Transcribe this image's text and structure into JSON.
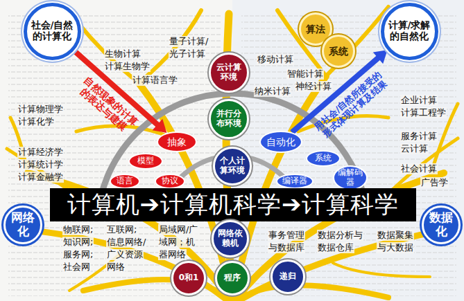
{
  "diagram": {
    "nodes": [
      {
        "text": [
          "社会/自然的计算化"
        ]
      },
      {
        "text": [
          "算法"
        ]
      },
      {
        "text": [
          "系统"
        ]
      },
      {
        "text": [
          "计算/求解的自然化"
        ]
      },
      {
        "text": [
          "云计算环境"
        ]
      },
      {
        "text": [
          "并行分布环境"
        ]
      },
      {
        "text": [
          "抽象"
        ]
      },
      {
        "text": [
          "自动化"
        ]
      },
      {
        "text": [
          "模型"
        ]
      },
      {
        "text": [
          "个人计算环境"
        ]
      },
      {
        "text": [
          "系统"
        ]
      },
      {
        "text": [
          "语言"
        ]
      },
      {
        "text": [
          "协议"
        ]
      },
      {
        "text": [
          "编译器"
        ]
      },
      {
        "text": [
          "编解码器"
        ]
      },
      {
        "text": [
          "计算机➔计算机科学➔计算科学"
        ]
      },
      {
        "text": [
          "网络化"
        ]
      },
      {
        "text": [
          "数据化"
        ]
      },
      {
        "text": [
          "网络依赖机"
        ]
      },
      {
        "text": [
          "0和1"
        ]
      },
      {
        "text": [
          "程序"
        ]
      },
      {
        "text": [
          "递归"
        ]
      }
    ],
    "edges": [
      {
        "from": 0,
        "to": 6,
        "arrow": "to",
        "label": "自然现象的计算的表达与建模"
      },
      {
        "from": 7,
        "to": 3,
        "arrow": "to",
        "label": "用社会/自然所接受的形式体现计算及结果"
      }
    ],
    "labels": [
      "生物计算",
      "计算生物学",
      "量子计算/",
      "光子计算",
      "计算语言学",
      "移动计算",
      "智能计算",
      "纳米计算",
      "神经计算",
      "计算物理学",
      "计算化学",
      "计算经济学",
      "计算统计学",
      "计算金融学",
      "企业计算",
      "计算工程学",
      "服务计算",
      "云计算",
      "社会计算",
      "广告学",
      "物联网;",
      "知识网;",
      "服务网;",
      "社会网",
      "互联网;",
      "信息网络/",
      "广义资源",
      "网络",
      "局域网/广",
      "域网；机",
      "器网络",
      "事务管理",
      "与数据库",
      "数据分析与",
      "数据仓库",
      "数据聚集",
      "与大数据"
    ]
  }
}
